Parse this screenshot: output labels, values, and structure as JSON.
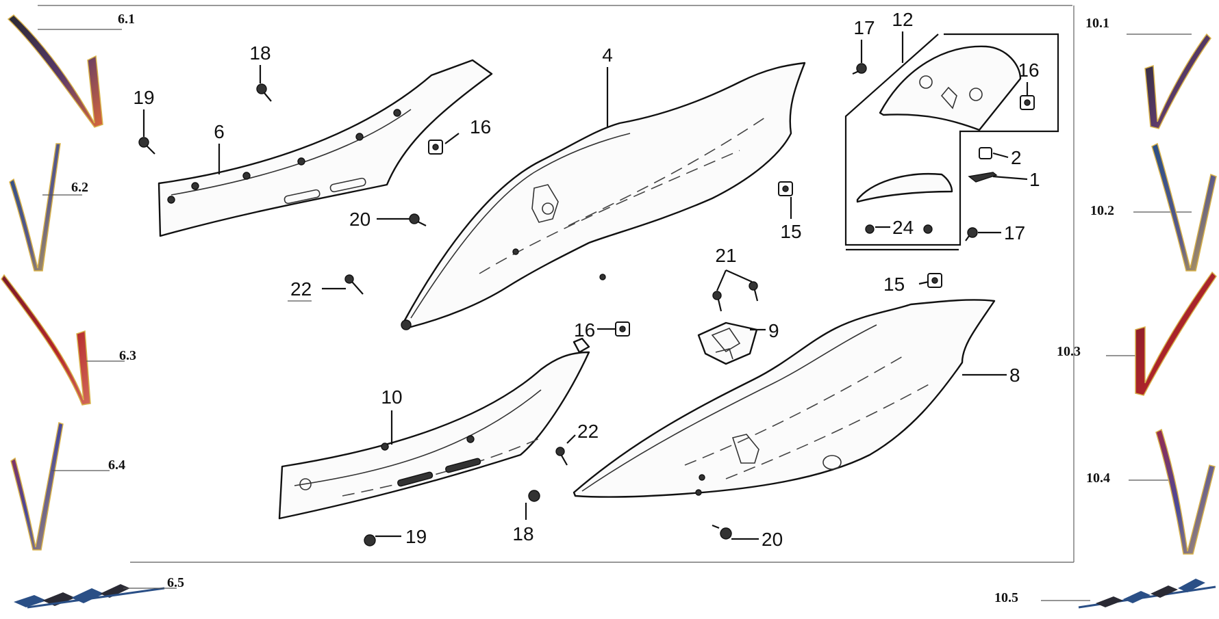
{
  "diagram": {
    "main_labels": {
      "l1": "1",
      "l2": "2",
      "l4": "4",
      "l6": "6",
      "l8": "8",
      "l9": "9",
      "l10": "10",
      "l12": "12",
      "l15a": "15",
      "l15b": "15",
      "l16a": "16",
      "l16b": "16",
      "l16c": "16",
      "l17a": "17",
      "l17b": "17",
      "l18a": "18",
      "l18b": "18",
      "l19a": "19",
      "l19b": "19",
      "l20a": "20",
      "l20b": "20",
      "l21": "21",
      "l22a": "22",
      "l22b": "22",
      "l24": "24"
    },
    "left_variants": [
      "6.1",
      "6.2",
      "6.3",
      "6.4",
      "6.5"
    ],
    "right_variants": [
      "10.1",
      "10.2",
      "10.3",
      "10.4",
      "10.5"
    ],
    "colors": {
      "line": "#111111",
      "stripe_gold": "#d8b24a",
      "stripe_red": "#b3262a",
      "stripe_blue": "#2a4f86",
      "stripe_dark": "#2a2a34"
    },
    "icons": {
      "bolt": "bolt-icon",
      "clip_nut": "clip-nut-icon",
      "stripe_decal": "stripe-decal-icon",
      "checker_decal": "checker-decal-icon"
    }
  }
}
